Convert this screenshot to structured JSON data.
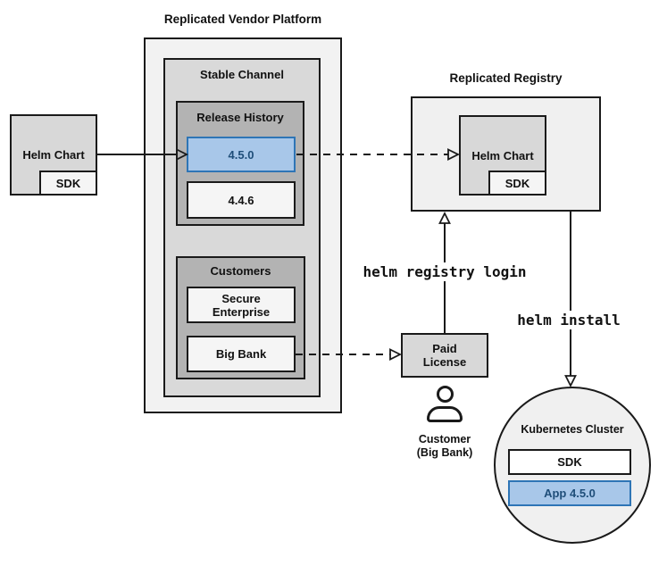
{
  "colors": {
    "accent_blue_fill": "#a8c7e9",
    "accent_blue_border": "#2e75b6",
    "accent_blue_text": "#1f4e79"
  },
  "vendor_platform": {
    "title": "Replicated Vendor Platform",
    "stable_channel_label": "Stable Channel",
    "release_history_label": "Release History",
    "release_new": "4.5.0",
    "release_old": "4.4.6",
    "customers_label": "Customers",
    "customer_secure": "Secure\nEnterprise",
    "customer_bigbank": "Big Bank"
  },
  "source_chart": {
    "helm_chart_label": "Helm Chart",
    "sdk_label": "SDK"
  },
  "registry": {
    "title": "Replicated Registry",
    "helm_chart_label": "Helm Chart",
    "sdk_label": "SDK"
  },
  "paid_license_label": "Paid\nLicense",
  "customer_caption": "Customer\n(Big Bank)",
  "commands": {
    "registry_login": "helm registry login",
    "install": "helm install"
  },
  "cluster": {
    "title": "Kubernetes Cluster",
    "sdk_label": "SDK",
    "app_label": "App 4.5.0"
  }
}
